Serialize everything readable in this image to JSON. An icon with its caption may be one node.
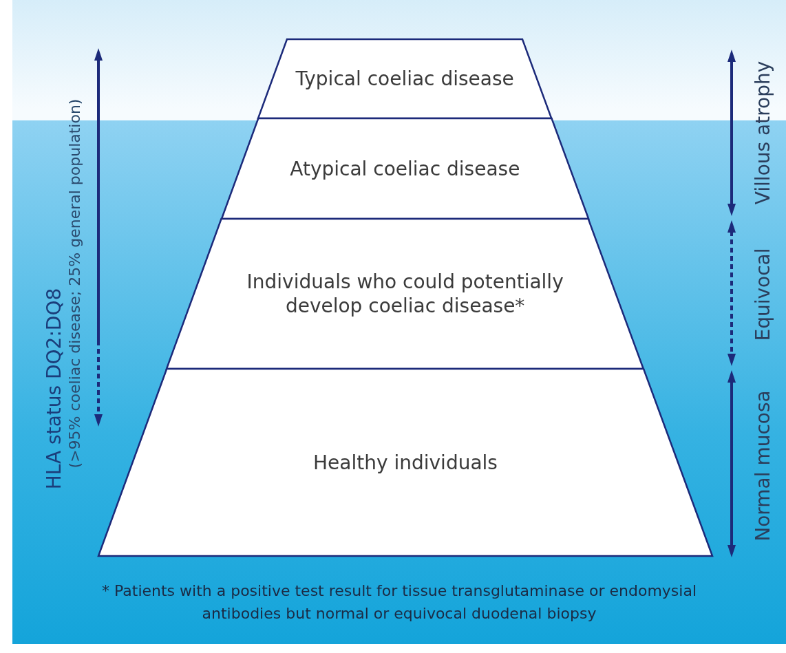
{
  "diagram": {
    "nodes": [
      {
        "text": [
          "Typical coeliac disease"
        ]
      },
      {
        "text": [
          "Atypical coeliac disease"
        ]
      },
      {
        "text": [
          "Individuals who could potentially develop coeliac disease*"
        ]
      },
      {
        "text": [
          "Healthy individuals"
        ]
      }
    ],
    "labels": [
      "HLA status DQ2:DQ8",
      "(>95% coeliac disease; 25% general population)",
      "Villous atrophy",
      "Equivocal",
      "Normal mucosa",
      "* Patients with a positive test result for tissue transglutaminase or endomysial antibodies but normal or equivocal duodenal biopsy"
    ]
  }
}
